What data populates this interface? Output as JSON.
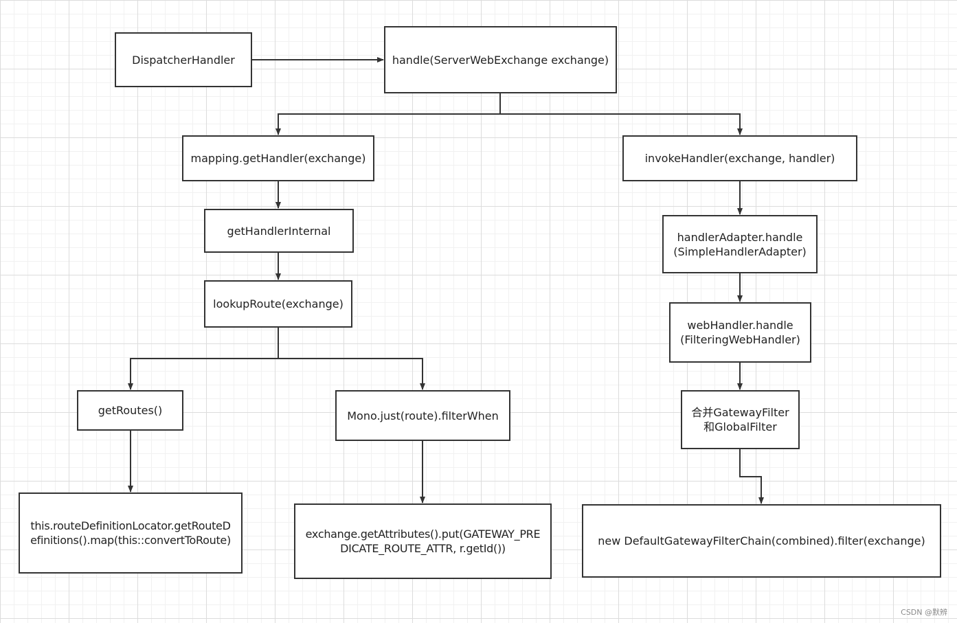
{
  "nodes": {
    "dispatcher_handler": "DispatcherHandler",
    "handle": "handle(ServerWebExchange exchange)",
    "mapping_get_handler": "mapping.getHandler(exchange)",
    "invoke_handler": "invokeHandler(exchange, handler)",
    "get_handler_internal": "getHandlerInternal",
    "handler_adapter": "handlerAdapter.handle\n(SimpleHandlerAdapter)",
    "lookup_route": "lookupRoute(exchange)",
    "web_handler": "webHandler.handle\n(FilteringWebHandler)",
    "get_routes": "getRoutes()",
    "mono_filter_when": "Mono.just(route).filterWhen",
    "merge_filters": "合并GatewayFilter\n和GlobalFilter",
    "route_definition_locator": "this.routeDefinitionLocator.getRouteD\nefinitions().map(this::convertToRoute)",
    "exchange_get_attributes": "exchange.getAttributes().put(GATEWAY_PRE\nDICATE_ROUTE_ATTR, r.getId())",
    "filter_chain": "new DefaultGatewayFilterChain(combined).filter(exchange)"
  },
  "watermark": "CSDN @默辨"
}
